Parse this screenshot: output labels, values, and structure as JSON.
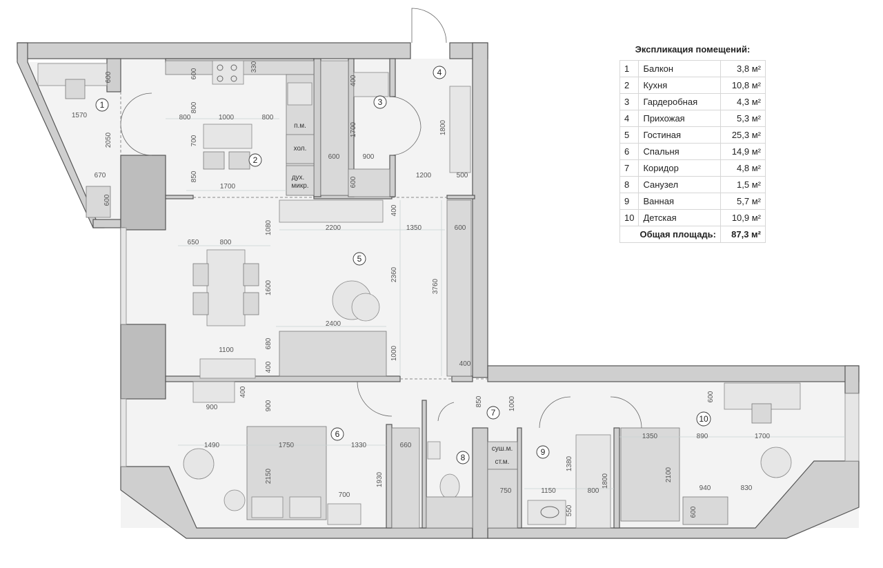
{
  "legend": {
    "title": "Экспликация помещений:",
    "rooms": [
      {
        "num": "1",
        "name": "Балкон",
        "area": "3,8 м²"
      },
      {
        "num": "2",
        "name": "Кухня",
        "area": "10,8 м²"
      },
      {
        "num": "3",
        "name": "Гардеробная",
        "area": "4,3 м²"
      },
      {
        "num": "4",
        "name": "Прихожая",
        "area": "5,3 м²"
      },
      {
        "num": "5",
        "name": "Гостиная",
        "area": "25,3 м²"
      },
      {
        "num": "6",
        "name": "Спальня",
        "area": "14,9 м²"
      },
      {
        "num": "7",
        "name": "Коридор",
        "area": "4,8 м²"
      },
      {
        "num": "8",
        "name": "Санузел",
        "area": "1,5 м²"
      },
      {
        "num": "9",
        "name": "Ванная",
        "area": "5,7 м²"
      },
      {
        "num": "10",
        "name": "Детская",
        "area": "10,9 м²"
      }
    ],
    "total_label": "Общая площадь:",
    "total_value": "87,3 м²"
  },
  "room_numbers": [
    "1",
    "2",
    "3",
    "4",
    "5",
    "6",
    "7",
    "8",
    "9",
    "10"
  ],
  "appliances": {
    "dishwasher": "п.м.",
    "fridge": "хол.",
    "oven_top": "дух.",
    "oven_bottom": "микр.",
    "dryer": "суш.м.",
    "washer": "ст.м."
  },
  "dimensions": [
    "600",
    "330",
    "600",
    "1570",
    "2050",
    "670",
    "800",
    "800",
    "1000",
    "800",
    "700",
    "850",
    "1700",
    "600",
    "400",
    "1700",
    "600",
    "900",
    "600",
    "1800",
    "1200",
    "500",
    "400",
    "1080",
    "2200",
    "1350",
    "600",
    "650",
    "800",
    "2360",
    "3760",
    "1600",
    "2400",
    "1100",
    "680",
    "1000",
    "400",
    "400",
    "400",
    "900",
    "900",
    "850",
    "1000",
    "1490",
    "1750",
    "1330",
    "2150",
    "1930",
    "660",
    "700",
    "600",
    "750",
    "1150",
    "800",
    "1380",
    "1800",
    "550",
    "1350",
    "890",
    "1700",
    "2100",
    "940",
    "830",
    "600"
  ]
}
